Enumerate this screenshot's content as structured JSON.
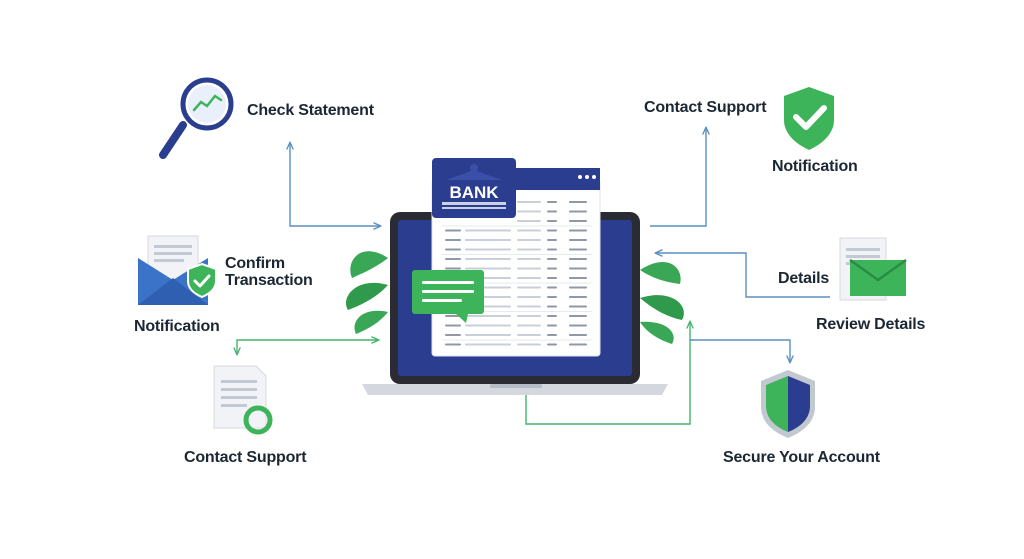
{
  "labels": {
    "check_statement": "Check Statement",
    "contact_support_top": "Contact Support",
    "notification_top": "Notification",
    "confirm_line1": "Confirm",
    "confirm_line2": "Transaction",
    "notification_left": "Notification",
    "details": "Details",
    "review_details": "Review Details",
    "contact_support_bottom": "Contact Support",
    "secure_account": "Secure Your Account"
  },
  "bank": {
    "badge_text": "BANK"
  },
  "colors": {
    "navy": "#2b3d8f",
    "green": "#3db45a",
    "connector_blue": "#5b8fbf",
    "connector_green": "#45b46a"
  },
  "icons": [
    "magnifier-icon",
    "shield-check-icon",
    "envelope-check-icon",
    "mail-document-icon",
    "document-badge-icon",
    "shield-icon",
    "laptop-icon",
    "bank-building-icon",
    "chat-bubble-icon"
  ]
}
